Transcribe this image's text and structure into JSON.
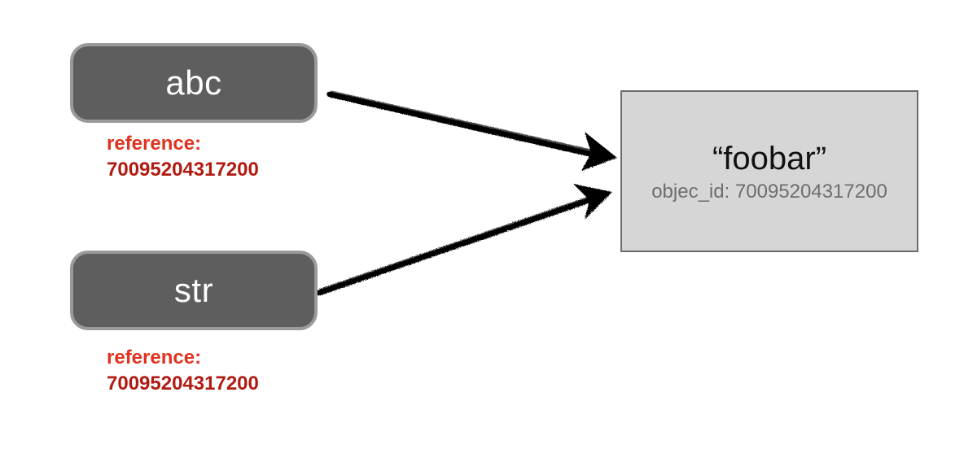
{
  "variables": [
    {
      "name": "abc",
      "reference_label": "reference:",
      "reference_value": "70095204317200"
    },
    {
      "name": "str",
      "reference_label": "reference:",
      "reference_value": "70095204317200"
    }
  ],
  "object": {
    "value": "“foobar”",
    "id_text": "objec_id: 70095204317200"
  },
  "colors": {
    "variable_box": "#5e5e5e",
    "variable_border": "#9a9a9a",
    "reference_label": "#e0321e",
    "reference_value": "#b01a10",
    "object_box": "#d6d6d6",
    "arrow": "#000000"
  }
}
